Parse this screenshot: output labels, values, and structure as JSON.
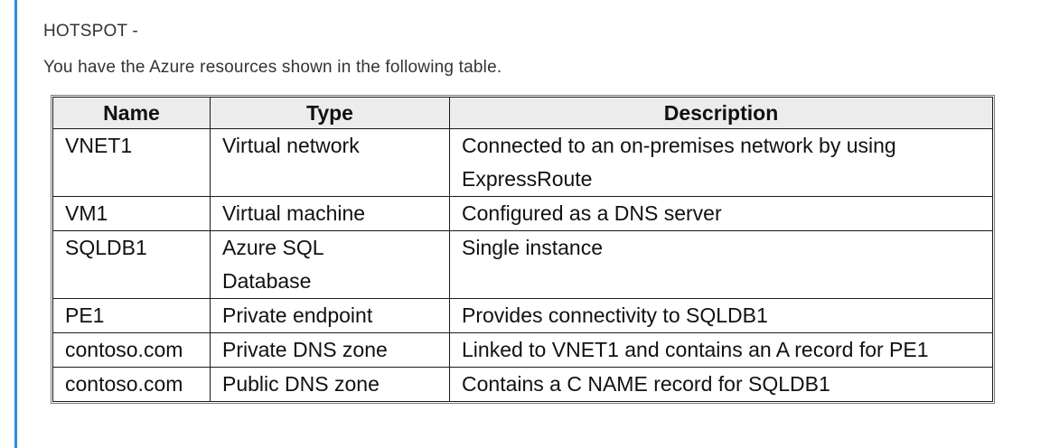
{
  "question": {
    "label": "HOTSPOT -",
    "intro": "You have the Azure resources shown in the following table."
  },
  "table": {
    "headers": [
      "Name",
      "Type",
      "Description"
    ],
    "rows": [
      {
        "name": "VNET1",
        "type": "Virtual network",
        "description": "Connected to an on-premises network by using ExpressRoute"
      },
      {
        "name": "VM1",
        "type": "Virtual machine",
        "description": "Configured as a DNS server"
      },
      {
        "name": "SQLDB1",
        "type": "Azure SQL Database",
        "description": "Single instance"
      },
      {
        "name": "PE1",
        "type": "Private endpoint",
        "description": "Provides connectivity to SQLDB1"
      },
      {
        "name": "contoso.com",
        "type": "Private DNS zone",
        "description": "Linked to VNET1 and contains an A record for PE1"
      },
      {
        "name": "contoso.com",
        "type": "Public DNS zone",
        "description": "Contains a C NAME record for SQLDB1"
      }
    ]
  }
}
